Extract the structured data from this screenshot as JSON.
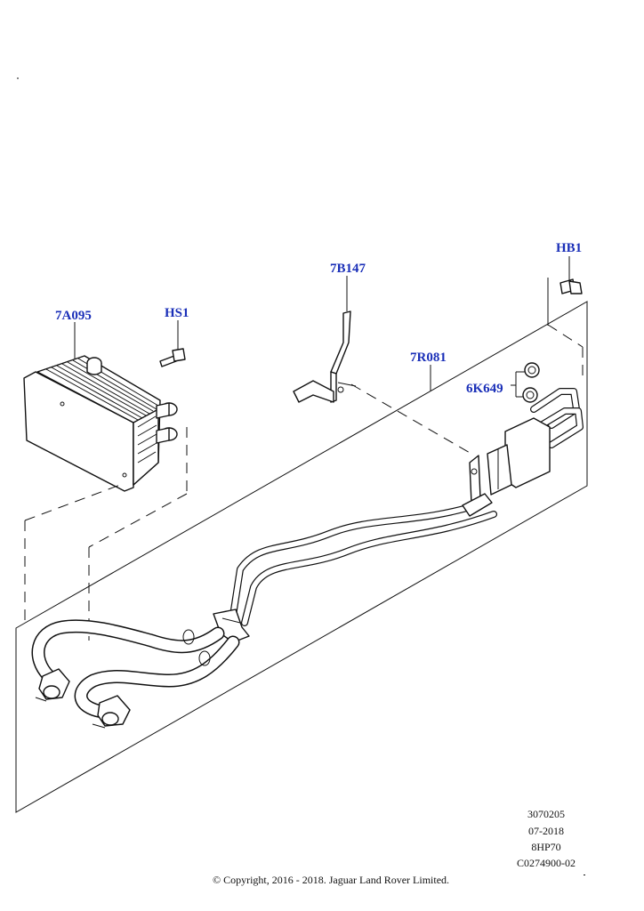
{
  "callouts": {
    "oil_cooler": "7A095",
    "cooler_bolt": "HS1",
    "bracket": "7B147",
    "cooler_pipes": "7R081",
    "o_rings": "6K649",
    "pipe_bolt": "HB1"
  },
  "info_block": {
    "line1": "3070205",
    "line2": "07-2018",
    "line3": "8HP70",
    "line4": "C0274900-02"
  },
  "footer": {
    "copyright": "© Copyright, 2016 - 2018. Jaguar Land Rover Limited."
  },
  "colors": {
    "callout": "#1a2fb8",
    "line": "#111111",
    "background": "#ffffff"
  }
}
